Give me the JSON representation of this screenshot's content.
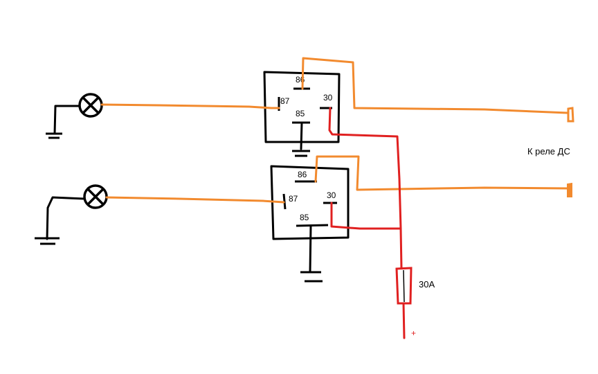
{
  "colors": {
    "black": "#000000",
    "orange": "#f28a2e",
    "red": "#e02020",
    "background": "#ffffff"
  },
  "relay1": {
    "pin86": "86",
    "pin87": "87",
    "pin85": "85",
    "pin30": "30"
  },
  "relay2": {
    "pin86": "86",
    "pin87": "87",
    "pin85": "85",
    "pin30": "30"
  },
  "note_label": "К реле ДС",
  "fuse_label": "30А",
  "plus_label": "+",
  "icons": [
    "lamp-icon",
    "ground-icon",
    "fuse-icon",
    "connector-icon"
  ]
}
